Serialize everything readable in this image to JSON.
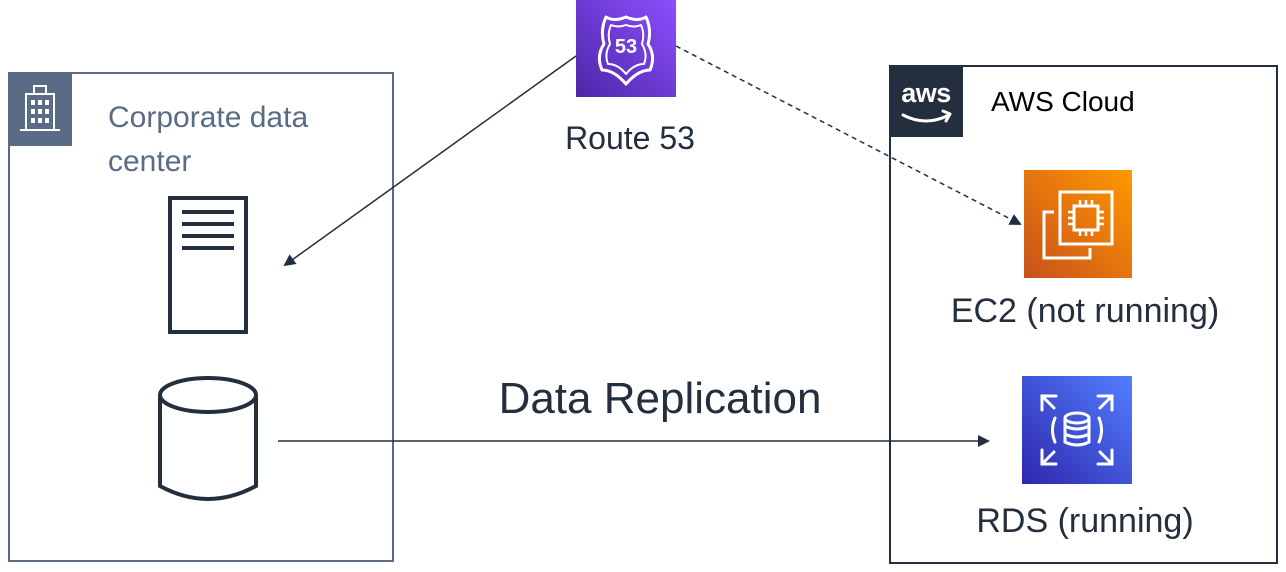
{
  "corporate": {
    "label": "Corporate data center"
  },
  "aws": {
    "logo_text": "aws",
    "label": "AWS Cloud"
  },
  "route53": {
    "label": "Route 53",
    "shield_text": "53"
  },
  "ec2": {
    "label": "EC2 (not running)"
  },
  "rds": {
    "label": "RDS (running)"
  },
  "replication": {
    "label": "Data Replication"
  },
  "colors": {
    "corporate_border": "#5a6b86",
    "aws_border": "#232f3e",
    "route53": "#8c4fff",
    "ec2": "#ff9900",
    "rds": "#527fff",
    "arrow": "#232f3e"
  }
}
